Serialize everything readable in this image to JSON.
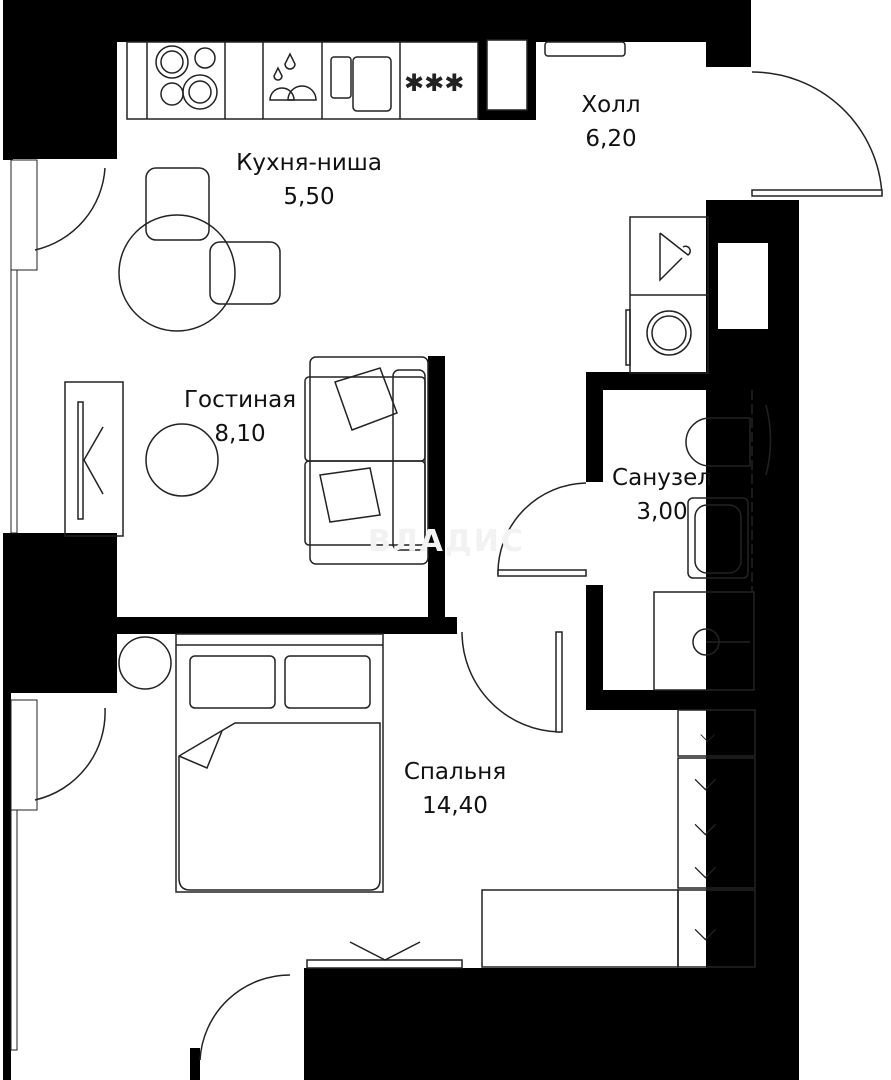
{
  "plan": {
    "type": "apartment-floor-plan",
    "watermark": "ВЛАДИС",
    "colors": {
      "wall": "#000000",
      "line": "#222222",
      "background": "#ffffff"
    },
    "rooms": [
      {
        "id": "kitchen",
        "name": "Кухня-ниша",
        "area": "5,50"
      },
      {
        "id": "hall",
        "name": "Холл",
        "area": "6,20"
      },
      {
        "id": "living",
        "name": "Гостиная",
        "area": "8,10"
      },
      {
        "id": "bathroom",
        "name": "Санузел",
        "area": "3,00"
      },
      {
        "id": "bedroom",
        "name": "Спальня",
        "area": "14,40"
      }
    ],
    "fixtures": [
      "stove",
      "dishwasher",
      "sink",
      "fridge",
      "wardrobe",
      "washing-machine",
      "toilet",
      "washbasin",
      "shower",
      "double-bed",
      "sofa",
      "dining-table",
      "chairs",
      "tv"
    ]
  }
}
